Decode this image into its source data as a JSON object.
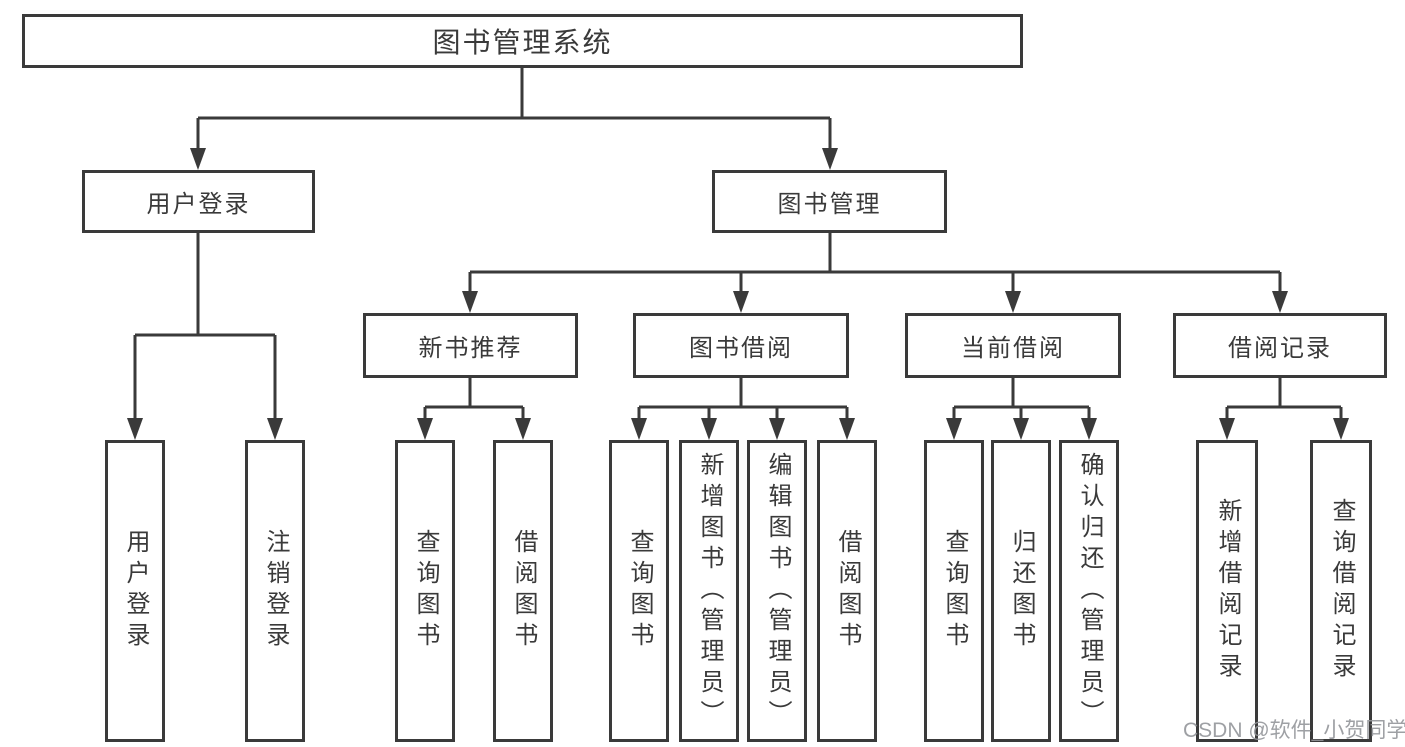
{
  "diagram": {
    "root": {
      "label": "图书管理系统"
    },
    "level2": [
      {
        "id": "user-login",
        "label": "用户登录"
      },
      {
        "id": "book-management",
        "label": "图书管理"
      }
    ],
    "level3": [
      {
        "id": "new-book-recommend",
        "label": "新书推荐",
        "parent": "图书管理"
      },
      {
        "id": "book-borrow",
        "label": "图书借阅",
        "parent": "图书管理"
      },
      {
        "id": "current-borrow",
        "label": "当前借阅",
        "parent": "图书管理"
      },
      {
        "id": "borrow-records",
        "label": "借阅记录",
        "parent": "图书管理"
      }
    ],
    "leaves": [
      {
        "label": "用户登录",
        "parent": "用户登录"
      },
      {
        "label": "注销登录",
        "parent": "用户登录"
      },
      {
        "label": "查询图书",
        "parent": "新书推荐"
      },
      {
        "label": "借阅图书",
        "parent": "新书推荐"
      },
      {
        "label": "查询图书",
        "parent": "图书借阅"
      },
      {
        "label": "新增图书（管理员）",
        "parent": "图书借阅"
      },
      {
        "label": "编辑图书（管理员）",
        "parent": "图书借阅"
      },
      {
        "label": "借阅图书",
        "parent": "图书借阅"
      },
      {
        "label": "查询图书",
        "parent": "当前借阅"
      },
      {
        "label": "归还图书",
        "parent": "当前借阅"
      },
      {
        "label": "确认归还（管理员）",
        "parent": "当前借阅"
      },
      {
        "label": "新增借阅记录",
        "parent": "借阅记录"
      },
      {
        "label": "查询借阅记录",
        "parent": "借阅记录"
      }
    ],
    "watermark": "CSDN @软件_小贺同学",
    "colors": {
      "line": "#3a3a3a",
      "text": "#3a3a3a",
      "background": "#ffffff",
      "watermark": "#94969a"
    }
  }
}
